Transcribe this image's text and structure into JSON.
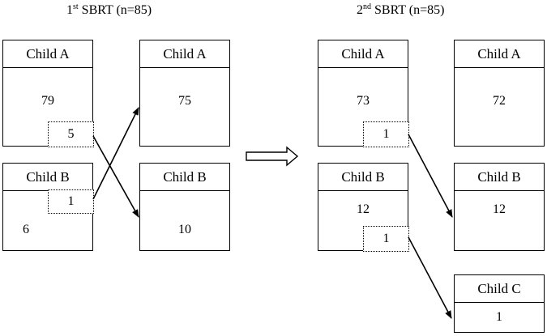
{
  "titles": {
    "first": {
      "prefix": "1",
      "sup": "st",
      "rest": " SBRT (n=85)"
    },
    "second": {
      "prefix": "2",
      "sup": "nd",
      "rest": " SBRT (n=85)"
    }
  },
  "first_sbrt": {
    "before": {
      "child_a": {
        "label": "Child A",
        "value": "79",
        "moved": "5"
      },
      "child_b": {
        "label": "Child B",
        "value": "6",
        "moved": "1"
      }
    },
    "after": {
      "child_a": {
        "label": "Child A",
        "value": "75"
      },
      "child_b": {
        "label": "Child B",
        "value": "10"
      }
    }
  },
  "second_sbrt": {
    "before": {
      "child_a": {
        "label": "Child A",
        "value": "73",
        "moved": "1"
      },
      "child_b": {
        "label": "Child B",
        "value": "12",
        "moved": "1"
      }
    },
    "after": {
      "child_a": {
        "label": "Child A",
        "value": "72"
      },
      "child_b": {
        "label": "Child B",
        "value": "12"
      },
      "child_c": {
        "label": "Child C",
        "value": "1"
      }
    }
  }
}
